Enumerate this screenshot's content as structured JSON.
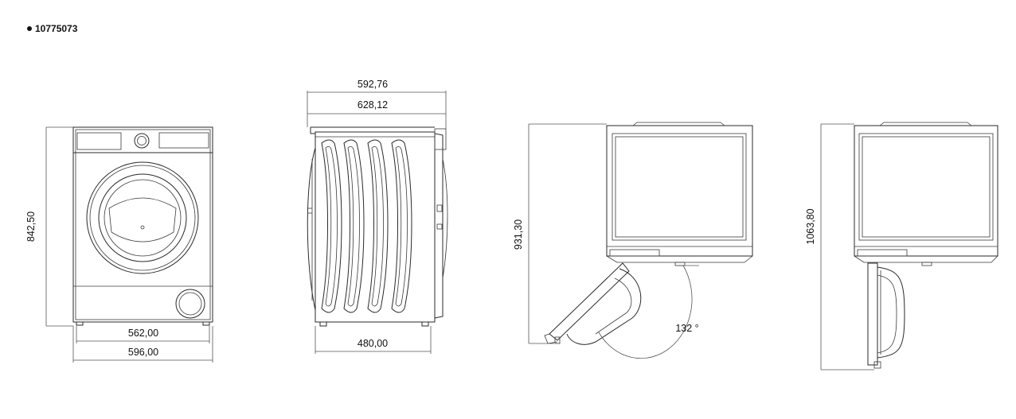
{
  "header": {
    "model_number": "10775073"
  },
  "views": {
    "front": {
      "height": "842,50",
      "width_inner": "562,00",
      "width_outer": "596,00"
    },
    "side": {
      "depth_top": "592,76",
      "depth_full": "628,12",
      "depth_base": "480,00"
    },
    "door_open": {
      "height": "931,30",
      "angle": "132 °"
    },
    "door_open_full": {
      "height": "1063,80"
    }
  }
}
